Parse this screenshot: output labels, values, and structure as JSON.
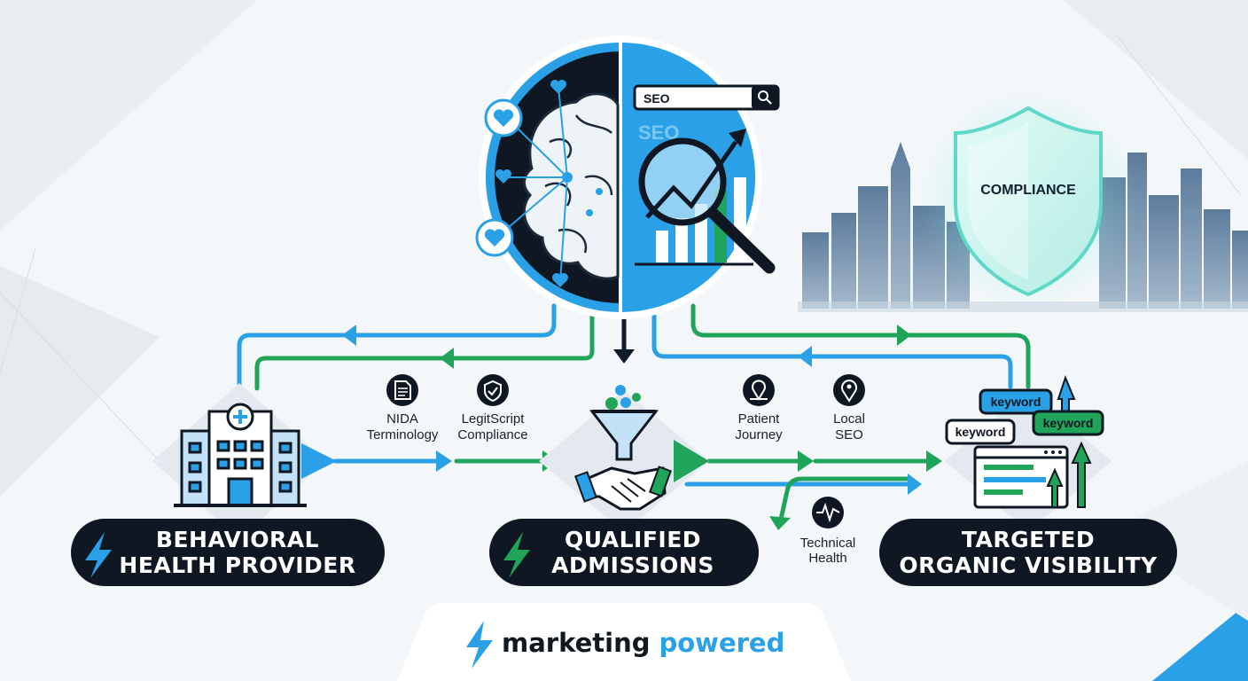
{
  "nodes": {
    "provider": {
      "line1": "BEHAVIORAL",
      "line2": "HEALTH PROVIDER"
    },
    "admissions": {
      "line1": "QUALIFIED",
      "line2": "ADMISSIONS"
    },
    "visibility": {
      "line1": "TARGETED",
      "line2": "ORGANIC VISIBILITY"
    }
  },
  "labels": {
    "nida": {
      "line1": "NIDA",
      "line2": "Terminology"
    },
    "legitscript": {
      "line1": "LegitScript",
      "line2": "Compliance"
    },
    "patient_journey": {
      "line1": "Patient",
      "line2": "Journey"
    },
    "local_seo": {
      "line1": "Local",
      "line2": "SEO"
    },
    "technical_health": {
      "line1": "Technical",
      "line2": "Health"
    }
  },
  "search": {
    "query": "SEO",
    "faint_text": "SEO"
  },
  "shield": {
    "label": "COMPLIANCE"
  },
  "keywords": [
    "keyword",
    "keyword",
    "keyword"
  ],
  "brand": {
    "part1": "marketing",
    "part2": "powered"
  },
  "colors": {
    "blue": "#2aa0e6",
    "green": "#1fa45a",
    "navy": "#101a2b",
    "pill": "#0f1722"
  },
  "icons": [
    "brain-icon",
    "heart-icon",
    "search-icon",
    "magnifier-chart-icon",
    "hospital-icon",
    "funnel-icon",
    "handshake-icon",
    "document-icon",
    "shield-check-icon",
    "map-pin-icon",
    "location-icon",
    "pulse-icon",
    "browser-window-icon",
    "lightning-bolt-icon"
  ]
}
